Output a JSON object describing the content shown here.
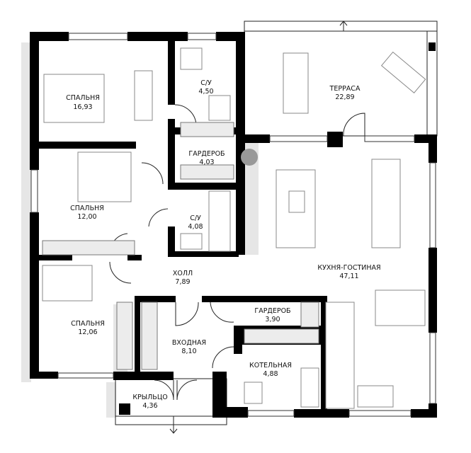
{
  "plan": {
    "rooms": [
      {
        "name": "СПАЛЬНЯ",
        "area": "16,93"
      },
      {
        "name": "С/У",
        "area": "4,50"
      },
      {
        "name": "ТЕРРАСА",
        "area": "22,89"
      },
      {
        "name": "ГАРДЕРОБ",
        "area": "4,03"
      },
      {
        "name": "СПАЛЬНЯ",
        "area": "12,00"
      },
      {
        "name": "С/У",
        "area": "4,08"
      },
      {
        "name": "ХОЛЛ",
        "area": "7,89"
      },
      {
        "name": "КУХНЯ-ГОСТИНАЯ",
        "area": "47,11"
      },
      {
        "name": "СПАЛЬНЯ",
        "area": "12,06"
      },
      {
        "name": "ГАРДЕРОБ",
        "area": "3,90"
      },
      {
        "name": "ВХОДНАЯ",
        "area": "8,10"
      },
      {
        "name": "КОТЕЛЬНАЯ",
        "area": "4,88"
      },
      {
        "name": "КРЫЛЬЦО",
        "area": "4,36"
      }
    ],
    "colors": {
      "wall": "#000000",
      "shadow": "#e6e6e6",
      "line": "#222222"
    }
  }
}
